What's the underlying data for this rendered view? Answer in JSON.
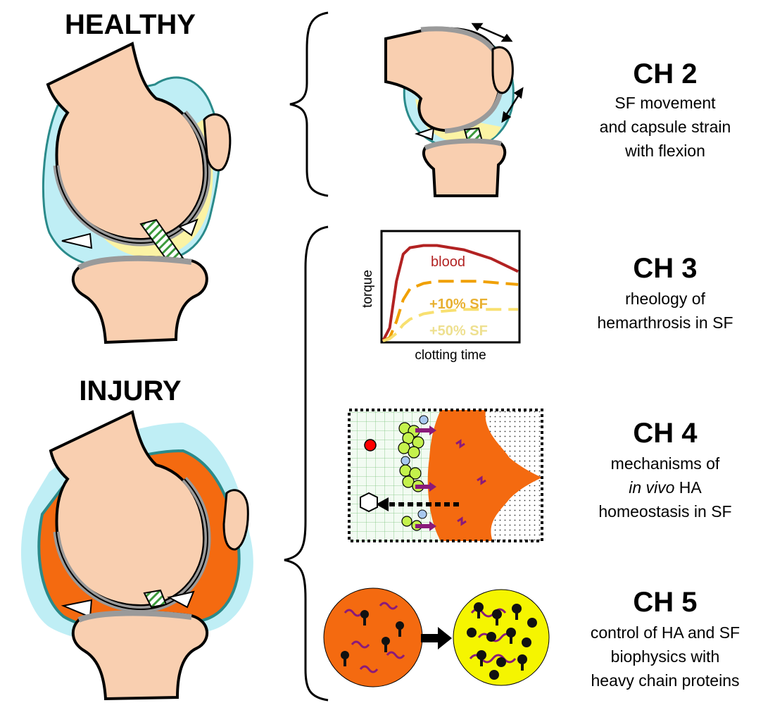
{
  "left": {
    "healthy_title": "HEALTHY",
    "injury_title": "INJURY"
  },
  "chapters": [
    {
      "title": "CH 2",
      "lines": [
        "SF movement",
        "and capsule strain",
        "with flexion"
      ]
    },
    {
      "title": "CH 3",
      "lines": [
        "rheology of",
        "hemarthrosis in SF"
      ]
    },
    {
      "title": "CH 4",
      "lines": [
        "mechanisms of",
        "in vivo HA",
        "homeostasis in SF"
      ],
      "italic_prefix": "in vivo"
    },
    {
      "title": "CH 5",
      "lines": [
        "control of HA and SF",
        "biophysics with",
        "heavy chain proteins"
      ]
    }
  ],
  "chart_data": {
    "type": "line",
    "xlabel": "clotting time",
    "ylabel": "torque",
    "series": [
      {
        "name": "blood",
        "color": "#b22222",
        "style": "solid",
        "x": [
          0,
          0.05,
          0.1,
          0.15,
          0.2,
          0.3,
          0.4,
          0.5,
          0.6,
          0.7,
          0.8,
          0.9,
          1.0
        ],
        "values": [
          0,
          0.12,
          0.55,
          0.8,
          0.86,
          0.88,
          0.88,
          0.86,
          0.84,
          0.8,
          0.76,
          0.7,
          0.64
        ]
      },
      {
        "name": "+10% SF",
        "color": "#f0a000",
        "style": "dashed",
        "x": [
          0,
          0.05,
          0.1,
          0.15,
          0.2,
          0.3,
          0.4,
          0.5,
          0.6,
          0.7,
          0.8,
          0.9,
          1.0
        ],
        "values": [
          0,
          0.03,
          0.18,
          0.38,
          0.48,
          0.53,
          0.55,
          0.55,
          0.55,
          0.55,
          0.54,
          0.53,
          0.52
        ]
      },
      {
        "name": "+50% SF",
        "color": "#f8e070",
        "style": "dashed",
        "x": [
          0,
          0.05,
          0.1,
          0.15,
          0.2,
          0.3,
          0.4,
          0.5,
          0.6,
          0.7,
          0.8,
          0.9,
          1.0
        ],
        "values": [
          0,
          0.02,
          0.07,
          0.15,
          0.2,
          0.25,
          0.27,
          0.28,
          0.29,
          0.29,
          0.29,
          0.29,
          0.29
        ]
      }
    ],
    "xlim": [
      0,
      1
    ],
    "ylim": [
      0,
      1
    ]
  },
  "colors": {
    "bone": "#f9cfb0",
    "synovial_fluid": "#fbf3a4",
    "capsule_outer": "#bfeef5",
    "capsule_teal": "#2a8a8a",
    "cartilage": "#9a9a9a",
    "hemarthrosis": "#f46a10",
    "ligament_stripe": "#3c9a3c",
    "ha_chain": "#8a1a7a",
    "hc_protein": "#111111",
    "sf_sphere": "#f5f500"
  }
}
